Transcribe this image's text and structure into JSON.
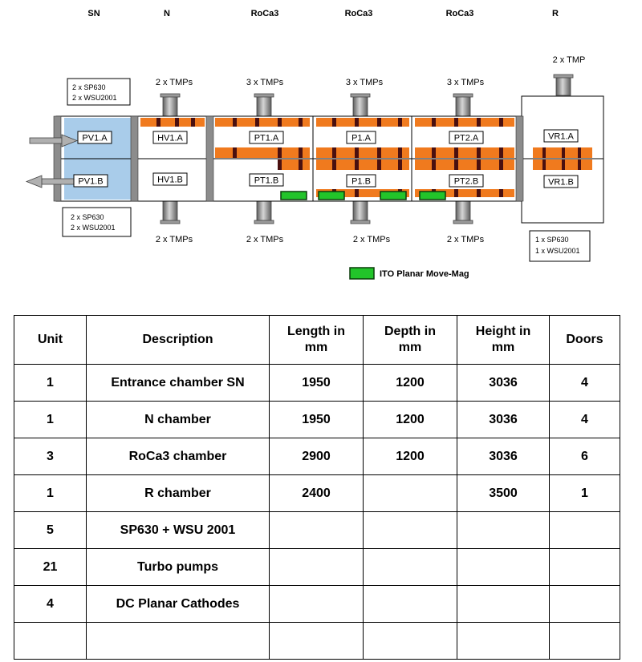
{
  "header_labels": [
    "SN",
    "N",
    "RoCa3",
    "RoCa3",
    "RoCa3",
    "R"
  ],
  "tmp_labels": {
    "top": [
      "2  x TMPs",
      "3 x TMPs",
      "3 x TMPs",
      "3 x TMPs",
      "2 x TMP"
    ],
    "bottom": [
      "2 x TMPs",
      "2 x TMPs",
      "2 x TMPs",
      "2 x TMPs"
    ]
  },
  "pump_notes": {
    "top_left": [
      "2 x SP630",
      "2 x WSU2001"
    ],
    "bottom_left": [
      "2 x SP630",
      "2 x WSU2001"
    ],
    "bottom_right": [
      "1 x SP630",
      "1 x WSU2001"
    ]
  },
  "stations": {
    "top": [
      "PV1.A",
      "HV1.A",
      "PT1.A",
      "P1.A",
      "PT2.A",
      "VR1.A"
    ],
    "bottom": [
      "PV1.B",
      "HV1.B",
      "PT1.B",
      "P1.B",
      "PT2.B",
      "VR1.B"
    ]
  },
  "legend": {
    "label": "ITO Planar Move-Mag",
    "color": "#22c42a"
  },
  "colors": {
    "cathode": "#f07a1e",
    "cathode_dark": "#4a1010",
    "entrance": "#a9ccea",
    "pump": "#8c8c8c"
  },
  "table": {
    "headers": [
      "Unit",
      "Description",
      "Length in mm",
      "Depth in mm",
      "Height in mm",
      "Doors"
    ],
    "rows": [
      [
        "1",
        "Entrance chamber SN",
        "1950",
        "1200",
        "3036",
        "4"
      ],
      [
        "1",
        "N chamber",
        "1950",
        "1200",
        "3036",
        "4"
      ],
      [
        "3",
        "RoCa3 chamber",
        "2900",
        "1200",
        "3036",
        "6"
      ],
      [
        "1",
        "R chamber",
        "2400",
        "",
        "3500",
        "1"
      ],
      [
        "5",
        "SP630 + WSU 2001",
        "",
        "",
        "",
        ""
      ],
      [
        "21",
        "Turbo pumps",
        "",
        "",
        "",
        ""
      ],
      [
        "4",
        "DC Planar Cathodes",
        "",
        "",
        "",
        ""
      ],
      [
        "",
        "",
        "",
        "",
        "",
        ""
      ]
    ]
  }
}
